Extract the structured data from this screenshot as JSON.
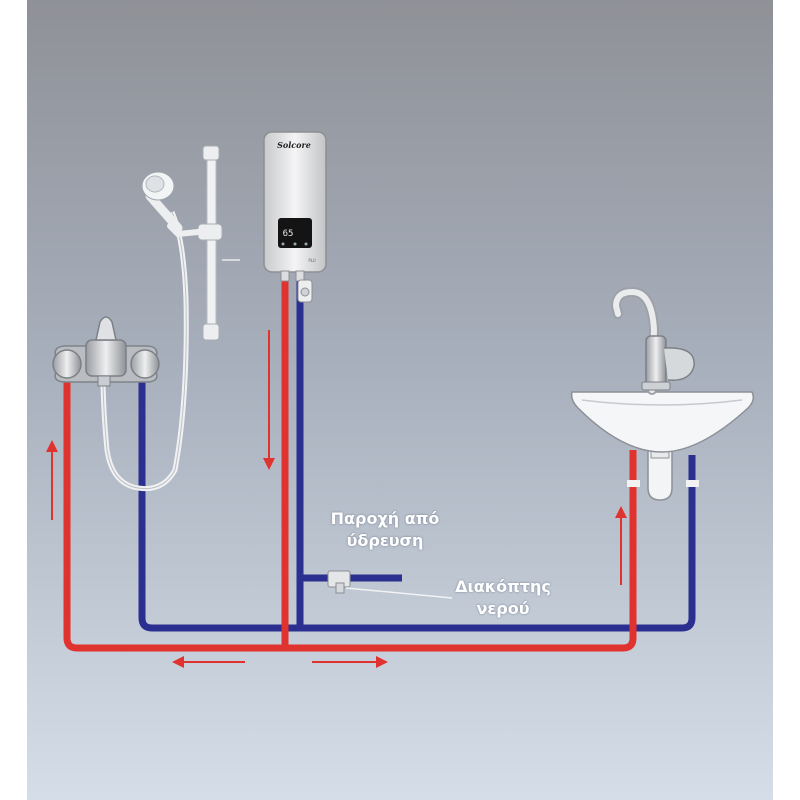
{
  "heater": {
    "brand": "Solcore",
    "display": "65",
    "model": "PLU"
  },
  "labels": {
    "supply": [
      "Παροχή από",
      "ύδρευση"
    ],
    "valve": [
      "Διακόπτης",
      "νερού"
    ]
  },
  "colors": {
    "hot_pipe": "#e0322e",
    "cold_pipe": "#2b2f8f",
    "background_top": "#8e9096",
    "background_bottom": "#d4dde6",
    "fixtures": "#f3f4f5",
    "label_text": "#ffffff"
  },
  "icons": {
    "heater": "water-heater-icon",
    "shower": "shower-head-icon",
    "mixer": "shower-mixer-icon",
    "sink": "sink-icon",
    "faucet": "sink-faucet-icon",
    "valve": "water-valve-icon",
    "arrow": "flow-arrow-icon"
  }
}
